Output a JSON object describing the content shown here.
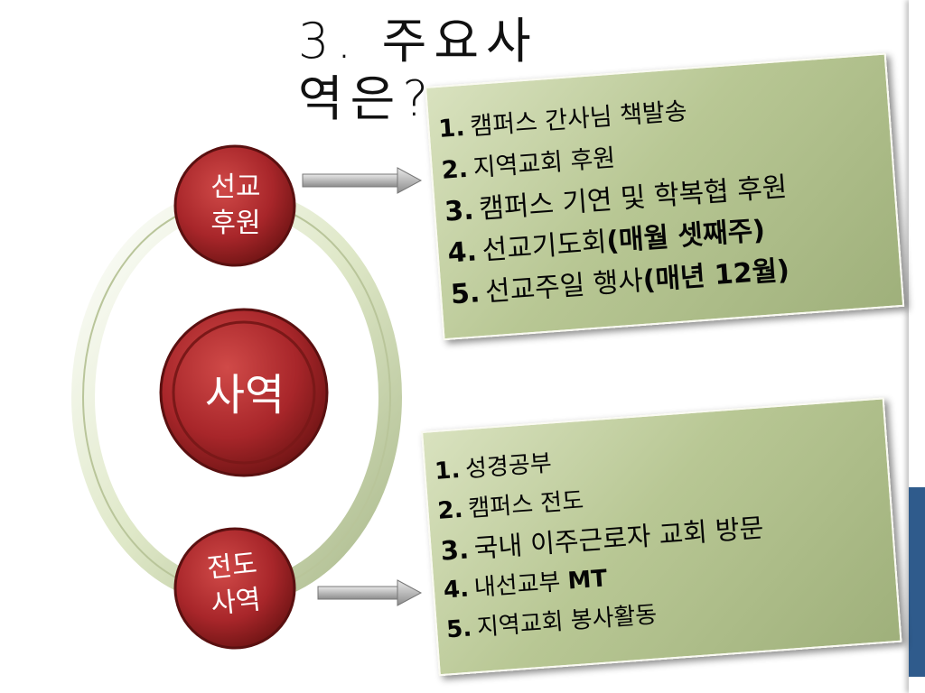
{
  "title": {
    "line1": "3. 주요사",
    "line2": "역은?"
  },
  "center": {
    "label": "사역"
  },
  "nodes": [
    {
      "line1": "선교",
      "line2": "후원"
    },
    {
      "line1": "전도",
      "line2": "사역"
    }
  ],
  "mission_panel": {
    "items": [
      {
        "num": "1.",
        "text": "캠퍼스 간사님 책발송"
      },
      {
        "num": "2.",
        "text": "지역교회 후원"
      },
      {
        "num": "3.",
        "text": "캠퍼스 기연 및 학복협 후원"
      },
      {
        "num": "4.",
        "text": "선교기도회",
        "extra": "(매월 셋째주)"
      },
      {
        "num": "5.",
        "text": "선교주일 행사",
        "extra": "(매년 12월)"
      }
    ]
  },
  "evangelism_panel": {
    "items": [
      {
        "num": "1.",
        "text": "성경공부"
      },
      {
        "num": "2.",
        "text": "캠퍼스 전도"
      },
      {
        "num": "3.",
        "text": "국내 이주근로자 교회 방문"
      },
      {
        "num": "4.",
        "text": "내선교부",
        "extra": "MT"
      },
      {
        "num": "5.",
        "text": "지역교회 봉사활동"
      }
    ]
  },
  "colors": {
    "node_red": "#a8262a",
    "panel_green": "#b8c794",
    "ring": "#dfe8c8",
    "accent_blue": "#2f5b8c"
  }
}
